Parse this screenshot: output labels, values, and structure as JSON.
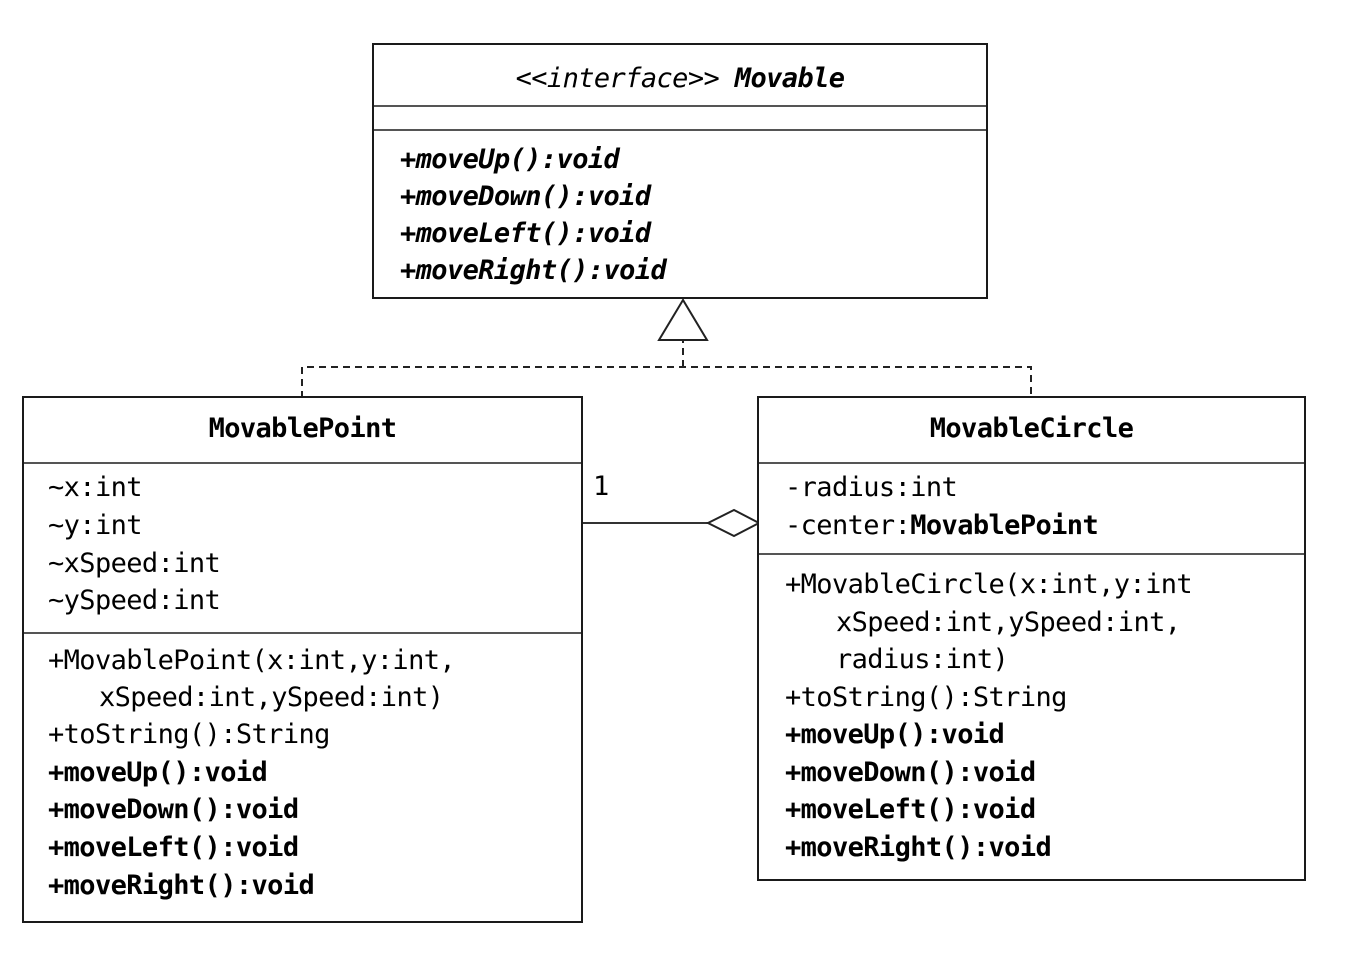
{
  "interface_box": {
    "stereotype": "<<interface>>",
    "name": "Movable",
    "methods": [
      "+moveUp():void",
      "+moveDown():void",
      "+moveLeft():void",
      "+moveRight():void"
    ]
  },
  "point_box": {
    "name": "MovablePoint",
    "attributes": [
      "~x:int",
      "~y:int",
      "~xSpeed:int",
      "~ySpeed:int"
    ],
    "constructor": [
      "+MovablePoint(x:int,y:int,",
      "xSpeed:int,ySpeed:int)"
    ],
    "to_string": "+toString():String",
    "methods": [
      "+moveUp():void",
      "+moveDown():void",
      "+moveLeft():void",
      "+moveRight():void"
    ]
  },
  "circle_box": {
    "name": "MovableCircle",
    "attributes": [
      "-radius:int"
    ],
    "center_prefix": "-center:",
    "center_type": "MovablePoint",
    "constructor": [
      "+MovableCircle(x:int,y:int",
      "xSpeed:int,ySpeed:int,",
      "radius:int)"
    ],
    "to_string": "+toString():String",
    "methods": [
      "+moveUp():void",
      "+moveDown():void",
      "+moveLeft():void",
      "+moveRight():void"
    ]
  },
  "association": {
    "multiplicity": "1"
  }
}
